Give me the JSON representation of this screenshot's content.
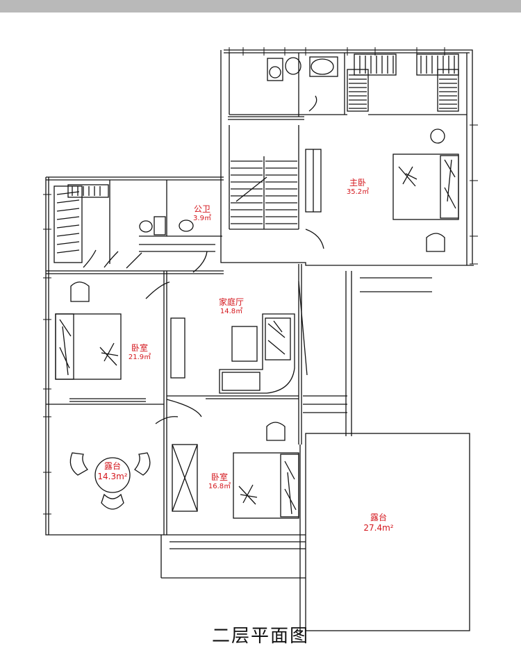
{
  "caption": "二层平面图",
  "rooms": {
    "master_bedroom": {
      "name": "主卧",
      "area": "35.2㎡"
    },
    "public_bath": {
      "name": "公卫",
      "area": "3.9㎡"
    },
    "family_hall": {
      "name": "家庭厅",
      "area": "14.8㎡"
    },
    "bedroom_west": {
      "name": "卧室",
      "area": "21.9㎡"
    },
    "terrace_west": {
      "name": "露台",
      "area": "14.3m²"
    },
    "bedroom_south": {
      "name": "卧室",
      "area": "16.8㎡"
    },
    "terrace_east": {
      "name": "露台",
      "area": "27.4m²"
    }
  },
  "colors": {
    "label": "#d4161c",
    "line": "#111111",
    "topbar": "#b9b9b9"
  }
}
